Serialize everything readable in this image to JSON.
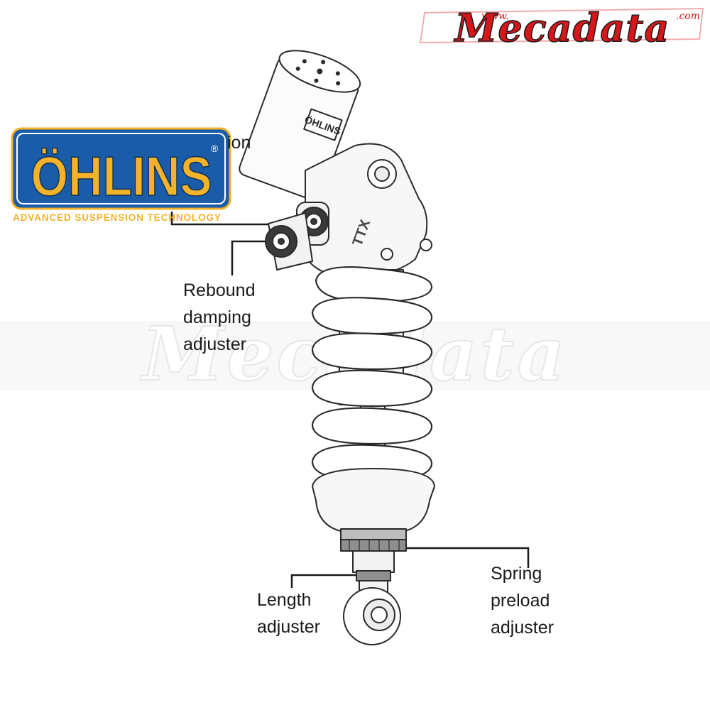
{
  "brand": {
    "site_small": "www.",
    "site_name": "Mecadata",
    "site_tld": ".com",
    "watermark": "Mecadata",
    "colors": {
      "red": "#d7161c",
      "ohlins_blue": "#1a5ca8",
      "ohlins_gold": "#f2b22a"
    }
  },
  "ohlins": {
    "logo_text": "ÖHLINS",
    "registered": "®",
    "tagline": "ADVANCED SUSPENSION TECHNOLOGY"
  },
  "callouts": {
    "partial_hidden": "ion",
    "rebound": [
      "Rebound",
      "damping",
      "adjuster"
    ],
    "length": [
      "Length",
      "adjuster"
    ],
    "preload": [
      "Spring",
      "preload",
      "adjuster"
    ]
  },
  "canister_text": "ÖHLINS",
  "body_mark": "TTX"
}
